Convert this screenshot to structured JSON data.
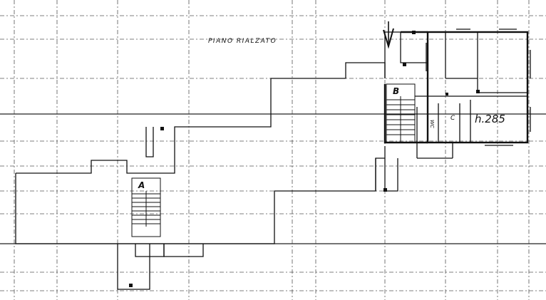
{
  "plan": {
    "floor_label": "PIANO RIALZATO",
    "stair_a_label": "A",
    "stair_b_label": "B",
    "height_label": "h.285",
    "room_label_1": "C",
    "room_label_2": "WC"
  }
}
